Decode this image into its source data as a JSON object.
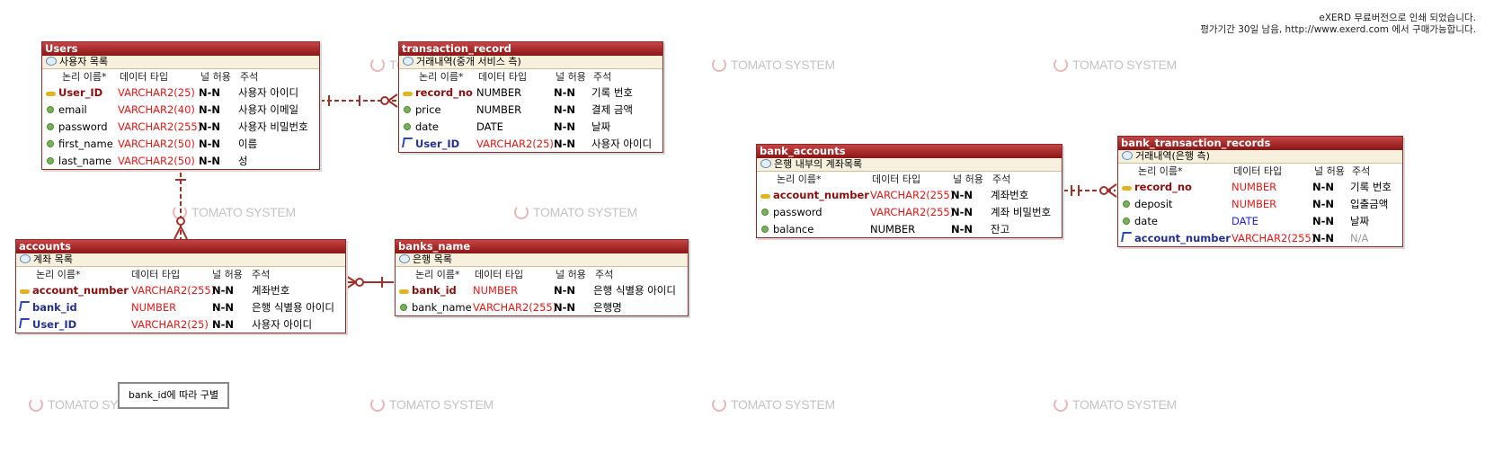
{
  "notice": {
    "line1": "eXERD 무료버전으로 인쇄 되었습니다.",
    "line2": "평가기간 30일 남음, http://www.exerd.com 에서 구매가능합니다."
  },
  "watermark_text": "TOMATO SYSTEM",
  "header": {
    "logical_name": "논리 이름*",
    "data_type": "데이터 타입",
    "nullable": "널 허용",
    "comment": "주석"
  },
  "entities": {
    "users": {
      "name": "Users",
      "comment": "사용자 목록",
      "rows": [
        {
          "kind": "pk",
          "name": "User_ID",
          "type": "VARCHAR2(25)",
          "null": "N-N",
          "comment": "사용자 아이디"
        },
        {
          "kind": "attr",
          "name": "email",
          "type": "VARCHAR2(40)",
          "null": "N-N",
          "comment": "사용자 이메일"
        },
        {
          "kind": "attr",
          "name": "password",
          "type": "VARCHAR2(255)",
          "null": "N-N",
          "comment": "사용자 비밀번호"
        },
        {
          "kind": "attr",
          "name": "first_name",
          "type": "VARCHAR2(50)",
          "null": "N-N",
          "comment": "이름"
        },
        {
          "kind": "attr",
          "name": "last_name",
          "type": "VARCHAR2(50)",
          "null": "N-N",
          "comment": "성"
        }
      ]
    },
    "transaction_record": {
      "name": "transaction_record",
      "comment": "거래내역(중개 서비스 측)",
      "rows": [
        {
          "kind": "pk",
          "name": "record_no",
          "type": "NUMBER",
          "null": "N-N",
          "comment": "기록 번호"
        },
        {
          "kind": "attr",
          "name": "price",
          "type": "NUMBER",
          "null": "N-N",
          "comment": "결제 금액"
        },
        {
          "kind": "attr",
          "name": "date",
          "type": "DATE",
          "null": "N-N",
          "comment": "날짜"
        },
        {
          "kind": "fk",
          "name": "User_ID",
          "type": "VARCHAR2(25)",
          "null": "N-N",
          "comment": "사용자 아이디"
        }
      ]
    },
    "accounts": {
      "name": "accounts",
      "comment": "계좌 목록",
      "rows": [
        {
          "kind": "pk",
          "name": "account_number",
          "type": "VARCHAR2(255)",
          "null": "N-N",
          "comment": "계좌번호"
        },
        {
          "kind": "fk",
          "name": "bank_id",
          "type": "NUMBER",
          "null": "N-N",
          "comment": "은행 식별용 아이디"
        },
        {
          "kind": "fk",
          "name": "User_ID",
          "type": "VARCHAR2(25)",
          "null": "N-N",
          "comment": "사용자 아이디"
        }
      ]
    },
    "banks_name": {
      "name": "banks_name",
      "comment": "은행 목록",
      "rows": [
        {
          "kind": "pk",
          "name": "bank_id",
          "type": "NUMBER",
          "null": "N-N",
          "comment": "은행 식별용 아이디"
        },
        {
          "kind": "attr",
          "name": "bank_name",
          "type": "VARCHAR2(255)",
          "null": "N-N",
          "comment": "은행명"
        }
      ]
    },
    "bank_accounts": {
      "name": "bank_accounts",
      "comment": "은행 내부의 계좌목록",
      "rows": [
        {
          "kind": "pk",
          "name": "account_number",
          "type": "VARCHAR2(255)",
          "null": "N-N",
          "comment": "계좌번호"
        },
        {
          "kind": "attr",
          "name": "password",
          "type": "VARCHAR2(255)",
          "null": "N-N",
          "comment": "계좌 비밀번호"
        },
        {
          "kind": "attr",
          "name": "balance",
          "type": "NUMBER",
          "null": "N-N",
          "comment": "잔고"
        }
      ]
    },
    "bank_transaction_records": {
      "name": "bank_transaction_records",
      "comment": "거래내역(은행 측)",
      "rows": [
        {
          "kind": "pk",
          "name": "record_no",
          "type": "NUMBER",
          "null": "N-N",
          "comment": "기록 번호"
        },
        {
          "kind": "attr",
          "name": "deposit",
          "type": "NUMBER",
          "null": "N-N",
          "comment": "입출금액"
        },
        {
          "kind": "attr",
          "name": "date",
          "type": "DATE",
          "null": "N-N",
          "comment": "날짜"
        },
        {
          "kind": "fk",
          "name": "account_number",
          "type": "VARCHAR2(255)",
          "null": "N-N",
          "comment": "N/A"
        }
      ]
    }
  },
  "relationship_note": "bank_id에 따라 구별",
  "colors": {
    "title_bar": "#a32424",
    "comment_bar": "#f7f0dc",
    "relation_line": "#a0302a"
  }
}
